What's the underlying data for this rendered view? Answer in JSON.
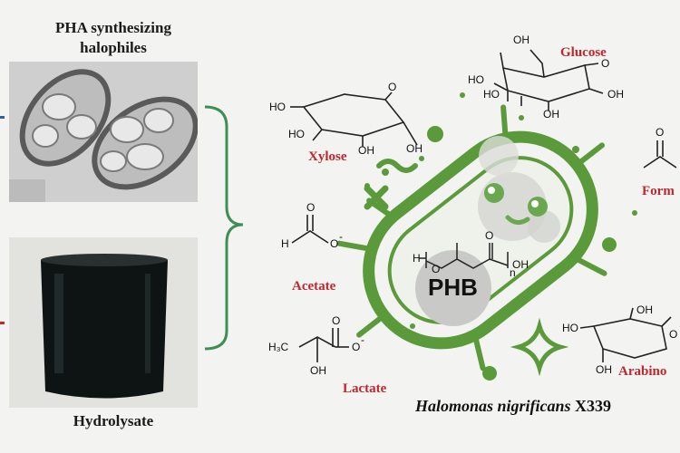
{
  "left": {
    "microscopy_caption_line1": "PHA synthesizing",
    "microscopy_caption_line2": "halophiles",
    "hydrolysate_caption": "Hydrolysate"
  },
  "molecules": {
    "glucose": "Glucose",
    "xylose": "Xylose",
    "formate": "Form",
    "acetate": "Acetate",
    "lactate": "Lactate",
    "arabinose": "Arabino"
  },
  "bacterium": {
    "polymer": "PHB",
    "organism_name": "Halomonas nigrificans",
    "strain": "X339"
  },
  "colors": {
    "label_red": "#c0262d",
    "bacterium_green": "#5a9a3a",
    "bracket_green": "#3f8f55"
  }
}
